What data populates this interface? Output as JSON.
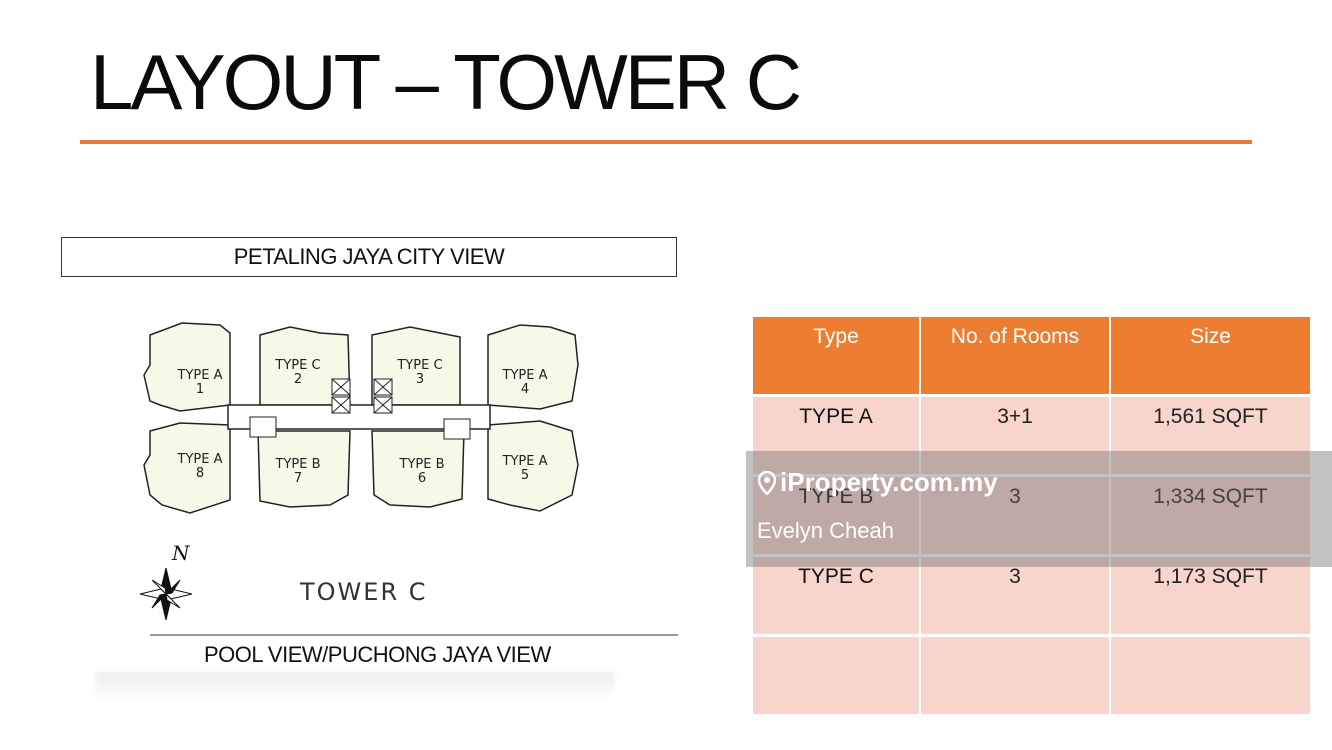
{
  "title": "LAYOUT – TOWER C",
  "top_view_label": "PETALING JAYA CITY VIEW",
  "bottom_view_label": "POOL VIEW/PUCHONG JAYA VIEW",
  "floor_plan": {
    "tower_label": "TOWER C",
    "compass_label": "N",
    "units": [
      {
        "type": "TYPE A",
        "number": "1"
      },
      {
        "type": "TYPE C",
        "number": "2"
      },
      {
        "type": "TYPE C",
        "number": "3"
      },
      {
        "type": "TYPE A",
        "number": "4"
      },
      {
        "type": "TYPE A",
        "number": "8"
      },
      {
        "type": "TYPE B",
        "number": "7"
      },
      {
        "type": "TYPE B",
        "number": "6"
      },
      {
        "type": "TYPE A",
        "number": "5"
      }
    ]
  },
  "table": {
    "headers": [
      "Type",
      "No. of Rooms",
      "Size"
    ],
    "rows": [
      [
        "TYPE A",
        "3+1",
        "1,561 SQFT"
      ],
      [
        "TYPE B",
        "3",
        "1,334 SQFT"
      ],
      [
        "TYPE C",
        "3",
        "1,173 SQFT"
      ],
      [
        "",
        "",
        ""
      ]
    ]
  },
  "watermark": {
    "brand": "iProperty.com.my",
    "agent": "Evelyn Cheah"
  },
  "colors": {
    "accent": "#ed7d31",
    "table_row": "#f8d5cc",
    "plan_fill": "#f7f8e8"
  }
}
